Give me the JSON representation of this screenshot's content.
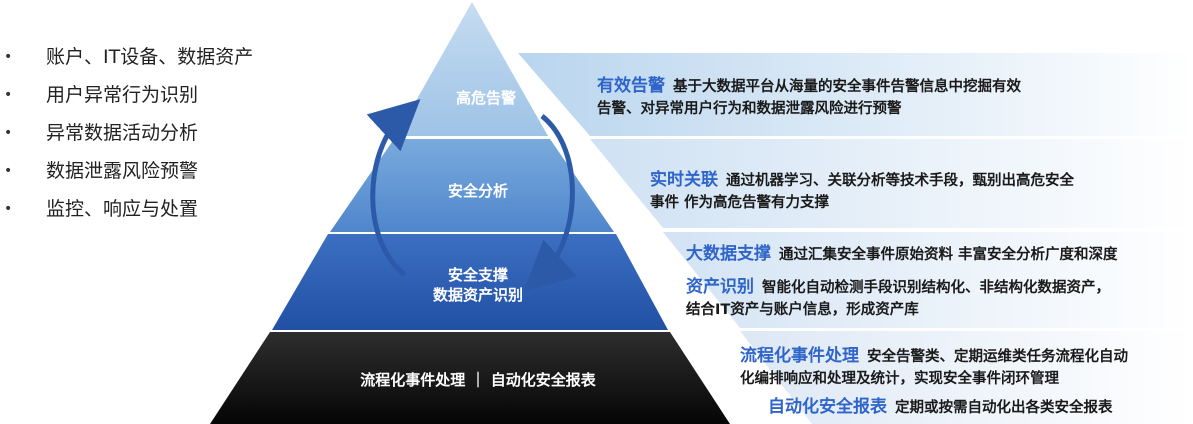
{
  "bullets": [
    "账户、IT设备、数据资产",
    "用户异常行为识别",
    "异常数据活动分析",
    "数据泄露风险预警",
    "监控、响应与处置"
  ],
  "bullet_marker": "•",
  "pyramid": {
    "top": "高危告警",
    "second": "安全分析",
    "third_line1": "安全支撑",
    "third_line2": "数据资产识别",
    "base": "流程化事件处理 ｜ 自动化安全报表"
  },
  "descriptions": {
    "alert": {
      "title": "有效告警",
      "line1": "基于大数据平台从海量的安全事件告警信息中挖掘有效",
      "line2": "告警、对异常用户行为和数据泄露风险进行预警"
    },
    "correlation": {
      "title": "实时关联",
      "line1": "通过机器学习、关联分析等技术手段，甄别出高危安全",
      "line2": "事件 作为高危告警有力支撑"
    },
    "bigdata": {
      "title": "大数据支撑",
      "line1": "通过汇集安全事件原始资料 丰富安全分析广度和深度"
    },
    "asset": {
      "title": "资产识别",
      "line1": "智能化自动检测手段识别结构化、非结构化数据资产，",
      "line2": "结合IT资产与账户信息，形成资产库"
    },
    "process": {
      "title": "流程化事件处理",
      "line1": "安全告警类、定期运维类任务流程化自动",
      "line2": "化编排响应和处理及统计，实现安全事件闭环管理"
    },
    "report": {
      "title": "自动化安全报表",
      "line1": "定期或按需自动化出各类安全报表"
    }
  },
  "colors": {
    "highlight": "#2f65c9",
    "tier1": "#a9cbe8",
    "tier2": "#5b94d2",
    "tier3": "#2d5fb4",
    "base": "#111111"
  }
}
